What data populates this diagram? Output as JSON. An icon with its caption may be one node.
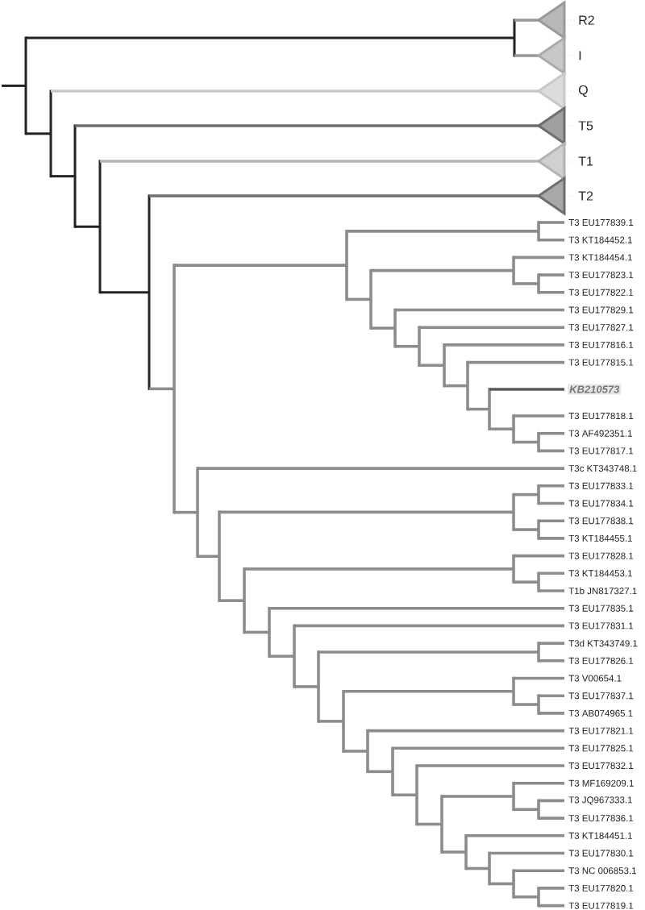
{
  "diagram": {
    "labels": [
      "R2",
      "I",
      "Q",
      "T5",
      "T1",
      "T2",
      "T3 EU177839.1",
      "T3 KT184452.1",
      "T3 KT184454.1",
      "T3 EU177823.1",
      "T3 EU177822.1",
      "T3 EU177829.1",
      "T3 EU177827.1",
      "T3 EU177816.1",
      "T3 EU177815.1",
      "KB210573",
      "T3 EU177818.1",
      "T3 AF492351.1",
      "T3 EU177817.1",
      "T3c KT343748.1",
      "T3 EU177833.1",
      "T3 EU177834.1",
      "T3 EU177838.1",
      "T3 KT184455.1",
      "T3 EU177828.1",
      "T3 KT184453.1",
      "T1b JN817327.1",
      "T3 EU177835.1",
      "T3 EU177831.1",
      "T3d KT343749.1",
      "T3 EU177826.1",
      "T3 V00654.1",
      "T3 EU177837.1",
      "T3 AB074965.1",
      "T3 EU177821.1",
      "T3 EU177825.1",
      "T3 EU177832.1",
      "T3 MF169209.1",
      "T3 JQ967333.1",
      "T3 EU177836.1",
      "T3 KT184451.1",
      "T3 EU177830.1",
      "T3 NC 006853.1",
      "T3 EU177820.1",
      "T3 EU177819.1"
    ]
  }
}
